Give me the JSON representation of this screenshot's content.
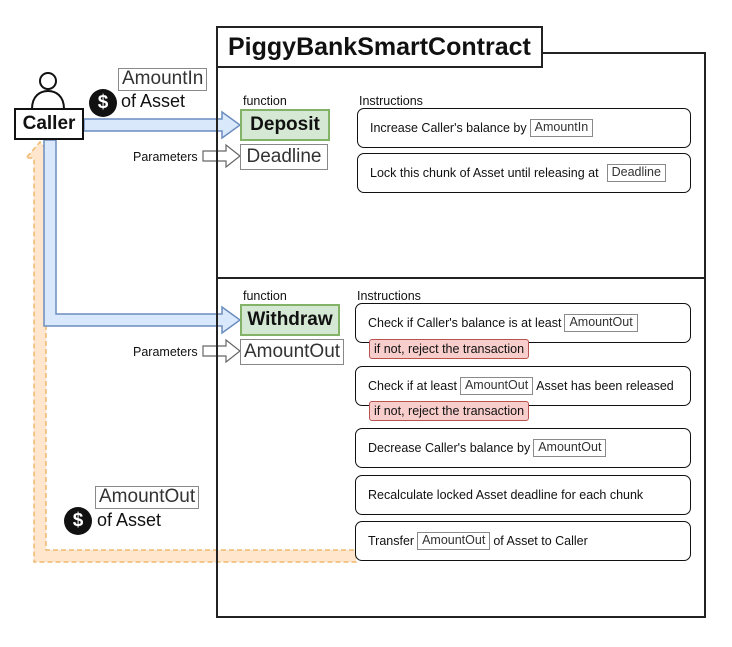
{
  "contract": {
    "title": "PiggyBankSmartContract"
  },
  "caller": {
    "label": "Caller"
  },
  "deposit_input": {
    "param_chip": "AmountIn",
    "asset_text": "of Asset",
    "currency_icon": "dollar-icon"
  },
  "withdraw_output": {
    "param_chip": "AmountOut",
    "asset_text": "of Asset",
    "currency_icon": "dollar-icon"
  },
  "deposit": {
    "function_label": "function",
    "name": "Deposit",
    "parameters_label": "Parameters",
    "parameter": "Deadline",
    "instructions_label": "Instructions",
    "instructions": [
      {
        "text_before": "Increase Caller's balance by",
        "chip": "AmountIn",
        "text_after": ""
      },
      {
        "text_before": "Lock this chunk of Asset until releasing at",
        "chip": "Deadline",
        "text_after": ""
      }
    ]
  },
  "withdraw": {
    "function_label": "function",
    "name": "Withdraw",
    "parameters_label": "Parameters",
    "parameter": "AmountOut",
    "instructions_label": "Instructions",
    "instructions": [
      {
        "text_before": "Check if Caller's balance is at least",
        "chip": "AmountOut",
        "text_after": "",
        "reject": "if not, reject the transaction"
      },
      {
        "text_before": "Check if at least",
        "chip": "AmountOut",
        "text_after": "Asset has been released",
        "reject": "if not, reject the transaction"
      },
      {
        "text_before": "Decrease Caller's balance by",
        "chip": "AmountOut",
        "text_after": ""
      },
      {
        "text_before": "Recalculate locked Asset deadline for each chunk",
        "chip": "",
        "text_after": ""
      },
      {
        "text_before": "Transfer",
        "chip": "AmountOut",
        "text_after": "of Asset to Caller"
      }
    ]
  },
  "colors": {
    "flow_arrow_fill": "#dae8fc",
    "flow_arrow_stroke": "#6c8ebf",
    "return_arrow_fill": "#ffe6cc",
    "return_arrow_stroke": "#f0b870",
    "function_fill": "#d5e8d4",
    "function_stroke": "#82b366",
    "reject_fill": "#f8cecc",
    "reject_stroke": "#b85450"
  }
}
